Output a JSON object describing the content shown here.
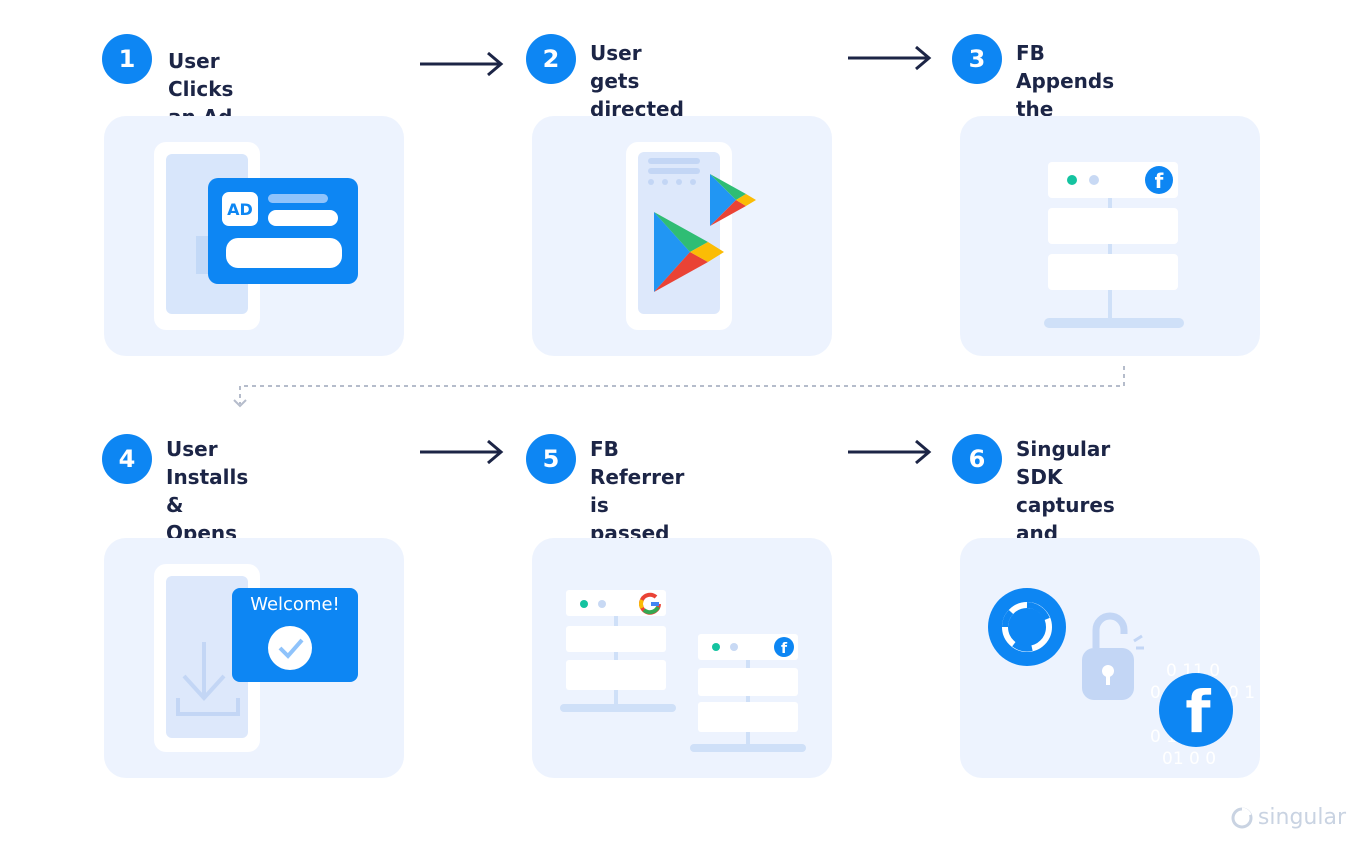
{
  "steps": [
    {
      "number": "1",
      "label": "User Clicks an Ad"
    },
    {
      "number": "2",
      "label": "User gets directed to\nGoogle Play Store"
    },
    {
      "number": "3",
      "label": "FB Appends the Referrer"
    },
    {
      "number": "4",
      "label": "User Installs & Opens\nApp"
    },
    {
      "number": "5",
      "label": "FB Referrer is passed\nin the Google Install\nReferrer payload"
    },
    {
      "number": "6",
      "label": "Singular SDK captures\nand passes FB Referrer\nURL and decrypts it"
    }
  ],
  "illustrations": {
    "ad_badge": "AD",
    "welcome_text": "Welcome!",
    "binary_rows": [
      "0 11 0",
      "0 1",
      "0 1",
      "0 1",
      "01 0 0"
    ]
  },
  "brand": {
    "name": "singular"
  },
  "colors": {
    "accent": "#0d86f3",
    "card": "#edf3fe",
    "navy": "#1c2546"
  }
}
